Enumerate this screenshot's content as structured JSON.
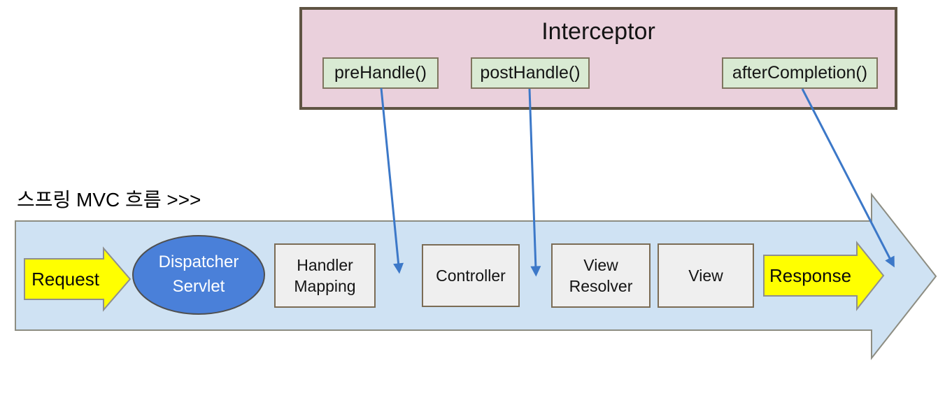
{
  "interceptor": {
    "title": "Interceptor",
    "methods": [
      {
        "label": "preHandle()"
      },
      {
        "label": "postHandle()"
      },
      {
        "label": "afterCompletion()"
      }
    ]
  },
  "flow": {
    "heading": "스프링 MVC 흐름 >>>",
    "request": "Request",
    "response": "Response",
    "dispatcher": {
      "line1": "Dispatcher",
      "line2": "Servlet"
    },
    "stages": [
      {
        "lines": [
          "Handler",
          "Mapping"
        ]
      },
      {
        "lines": [
          "Controller"
        ]
      },
      {
        "lines": [
          "View",
          "Resolver"
        ]
      },
      {
        "lines": [
          "View"
        ]
      }
    ]
  },
  "colors": {
    "interceptor_fill": "#ead0dc",
    "interceptor_border": "#5f5443",
    "method_fill": "#d9ead3",
    "method_border": "#7f755f",
    "flow_arrow_fill": "#cfe2f3",
    "flow_arrow_border": "#8d8d82",
    "request_response_fill": "#ffff00",
    "dispatcher_fill": "#4a80d9",
    "stage_fill": "#efefef",
    "stage_border": "#7b6c55",
    "connector_blue": "#3c78c8"
  }
}
